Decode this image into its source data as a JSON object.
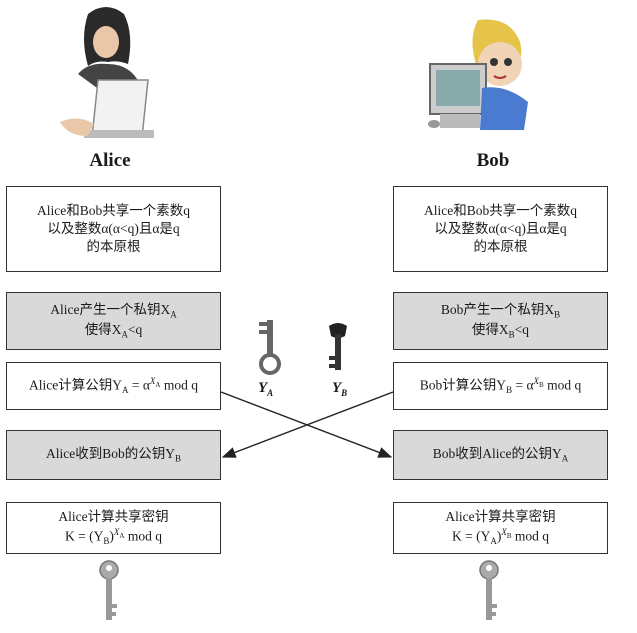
{
  "alice": {
    "name": "Alice",
    "box1": [
      "Alice和Bob共享一个素数q",
      "以及整数α(α<q)且α是q",
      "的本原根"
    ],
    "box2": [
      "Alice产生一个私钥X",
      "使得X",
      "<q"
    ],
    "box3": [
      "Alice计算公钥Y",
      " = α",
      " mod q"
    ],
    "box4": [
      "Alice收到Bob的公钥Y"
    ],
    "box5": [
      "Alice计算共享密钥",
      "K = (Y",
      ")",
      " mod q"
    ]
  },
  "bob": {
    "name": "Bob",
    "box1": [
      "Alice和Bob共享一个素数q",
      "以及整数α(α<q)且α是q",
      "的本原根"
    ],
    "box2": [
      "Bob产生一个私钥X",
      "使得X",
      "<q"
    ],
    "box3": [
      "Bob计算公钥Y",
      " = α",
      " mod q"
    ],
    "box4": [
      "Bob收到Alice的公钥Y"
    ],
    "box5": [
      "Alice计算共享密钥",
      "K = (Y",
      ")",
      " mod q"
    ]
  },
  "key_labels": {
    "left": "Y",
    "left_sub": "A",
    "right": "Y",
    "right_sub": "B"
  },
  "subs": {
    "A": "A",
    "B": "B"
  }
}
